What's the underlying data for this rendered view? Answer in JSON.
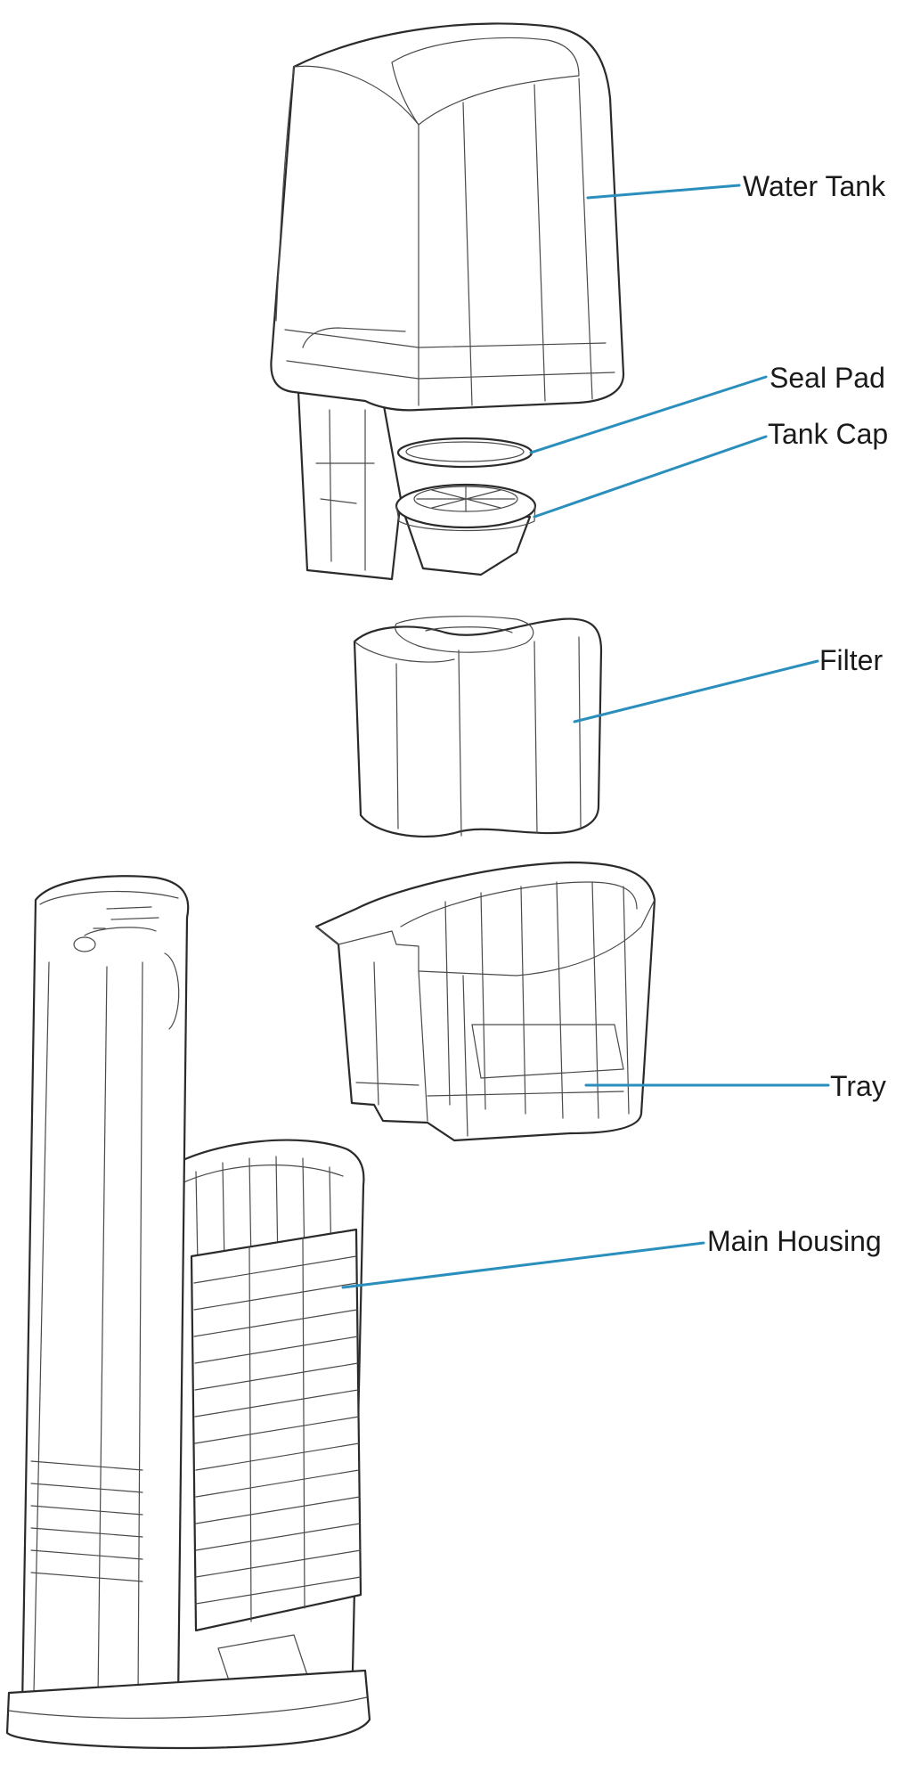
{
  "labels": {
    "water_tank": "Water Tank",
    "seal_pad": "Seal Pad",
    "tank_cap": "Tank Cap",
    "filter": "Filter",
    "tray": "Tray",
    "main_housing": "Main Housing"
  },
  "colors": {
    "leader_line": "#2a8fbd",
    "outline": "#2b2b2b"
  }
}
